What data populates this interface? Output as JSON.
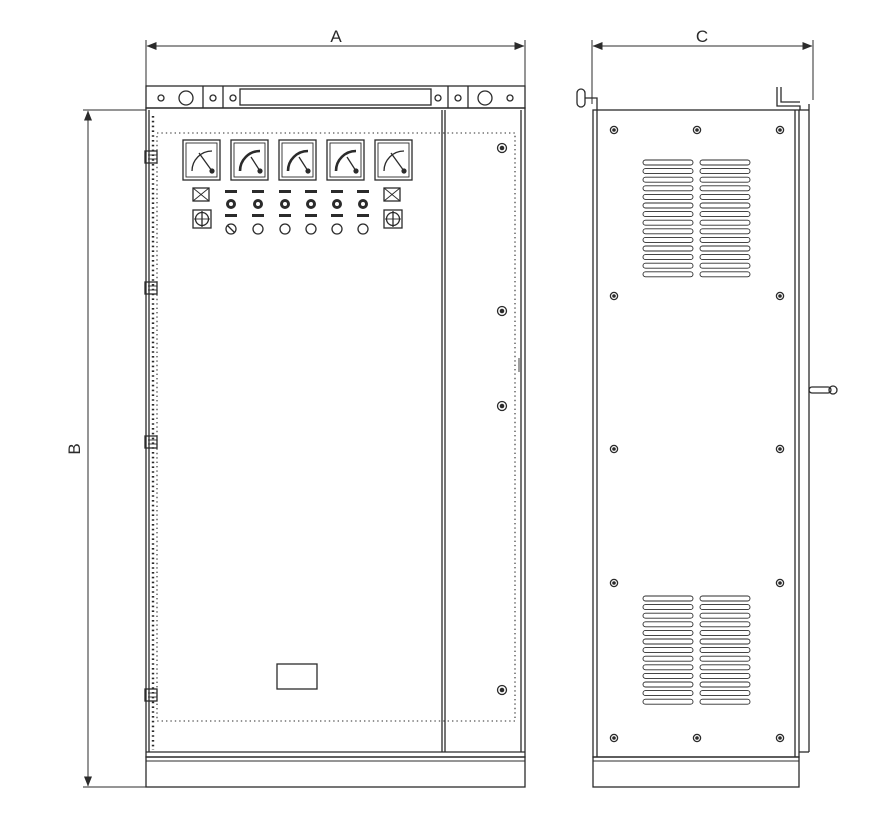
{
  "dimensions": {
    "width_label": "A",
    "height_label": "B",
    "depth_label": "C"
  },
  "colors": {
    "line": "#2b2b2b",
    "background": "#ffffff"
  }
}
